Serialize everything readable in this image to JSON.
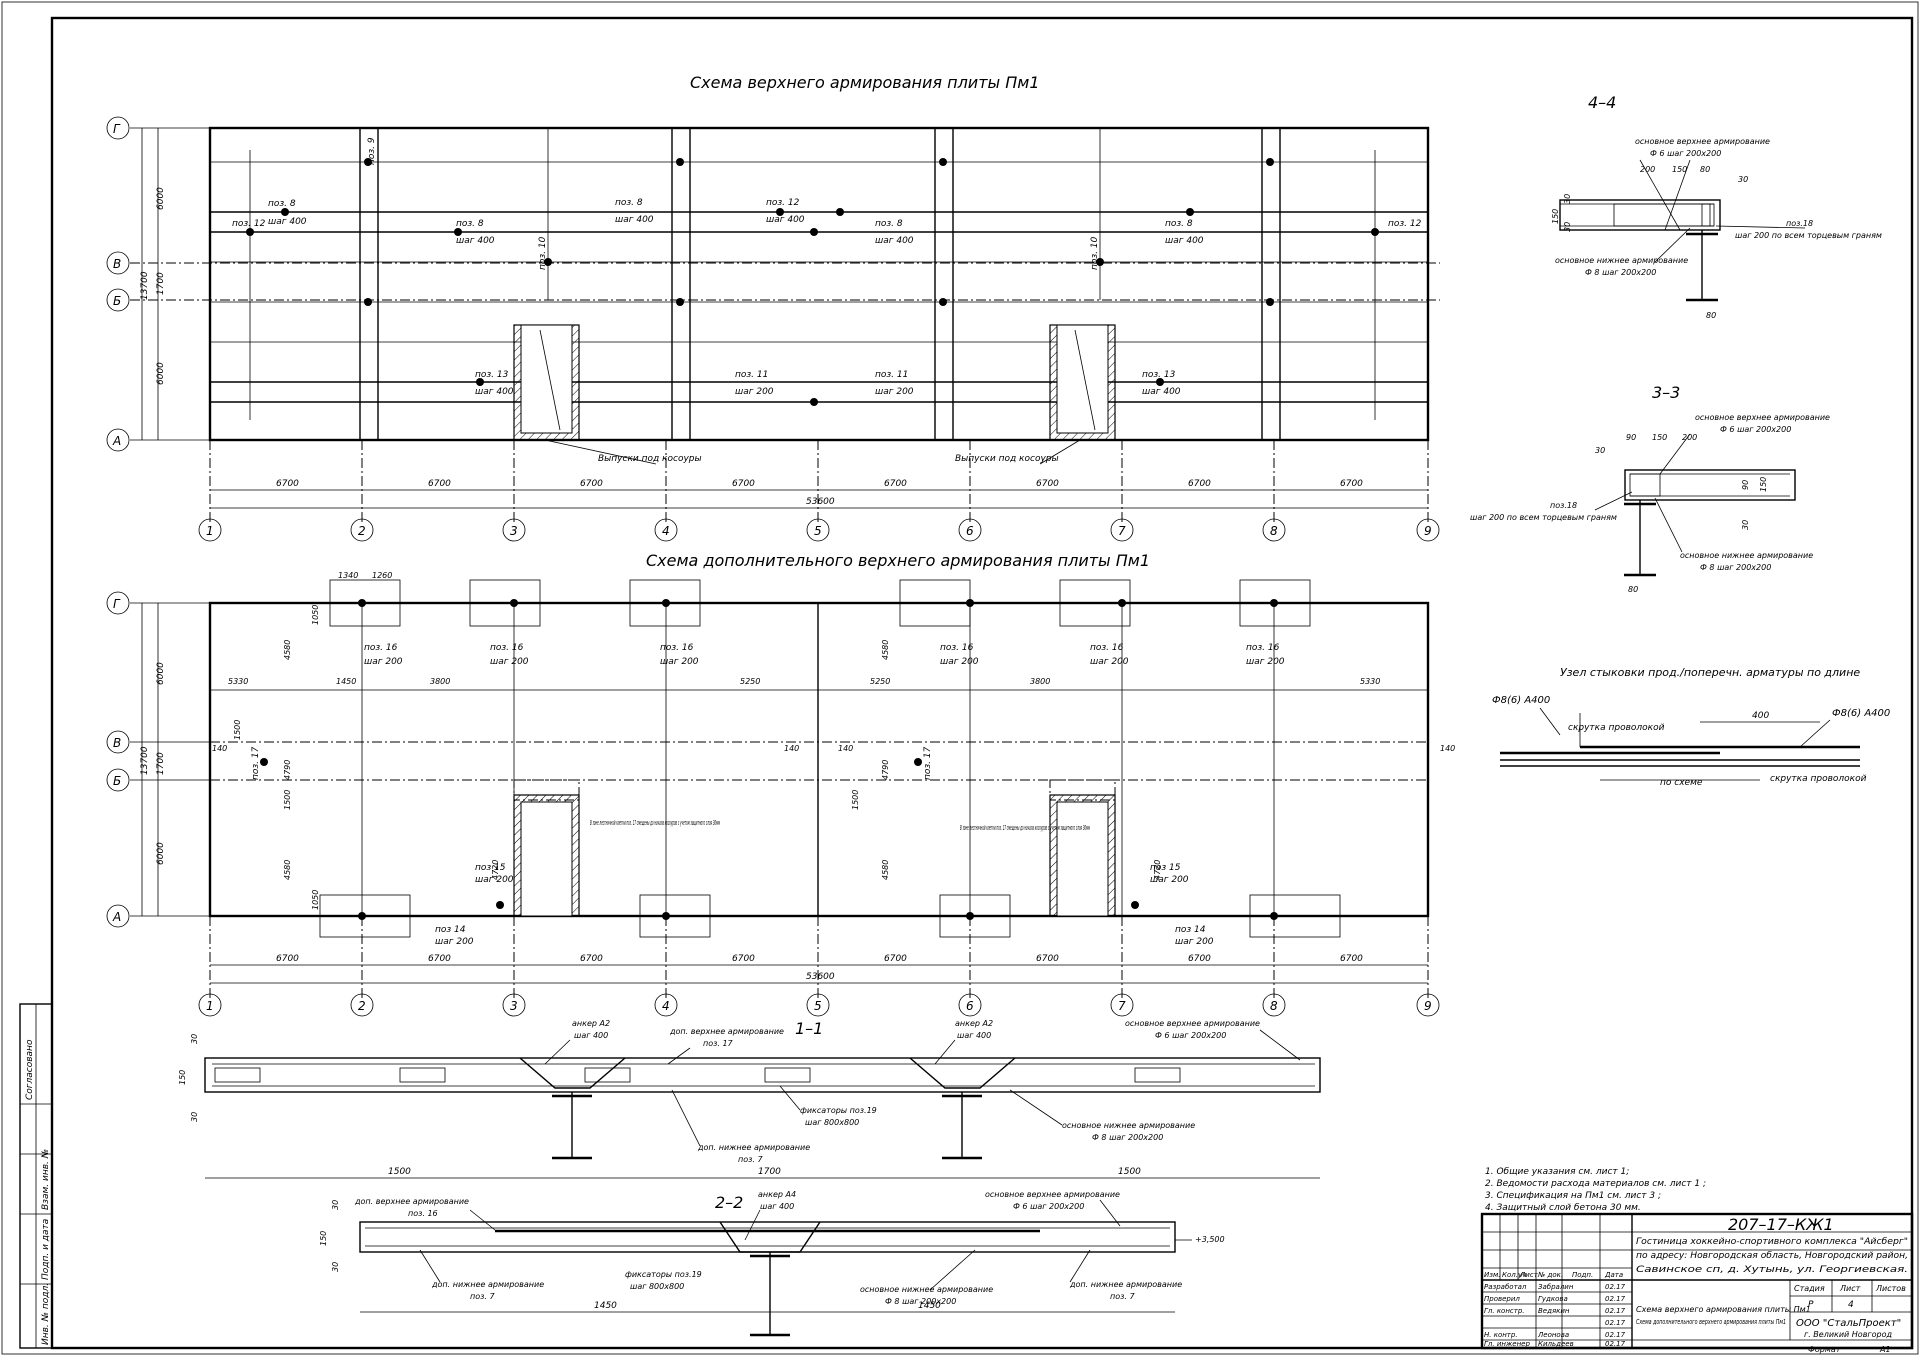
{
  "drawing": {
    "title_top": "Схема верхнего армирования плиты Пм1",
    "title_mid": "Схема дополнительного верхнего армирования плиты Пм1",
    "axes_numbers": [
      "1",
      "2",
      "3",
      "4",
      "5",
      "6",
      "7",
      "8",
      "9"
    ],
    "axes_letters_top": [
      "Г",
      "В",
      "Б",
      "А"
    ],
    "axes_letters_mid": [
      "Г",
      "В",
      "Б",
      "А"
    ],
    "span": "6700",
    "total": "53600",
    "row_dims_top": [
      "6000",
      "1700",
      "6000"
    ],
    "total_height": "13700",
    "outlet_label": "Выпуски под косоуры",
    "pos_labels": {
      "p8": "поз. 8",
      "p9": "поз. 9",
      "p10": "поз. 10",
      "p11": "поз. 11",
      "p12": "поз. 12",
      "p13": "поз. 13",
      "p14": "поз 14",
      "p15": "поз 15",
      "p16": "поз. 16",
      "p17": "поз. 17",
      "p18": "поз 18"
    },
    "step_labels": {
      "s400": "шаг 400",
      "s200": "шаг 200"
    },
    "dims_mid": [
      "1340",
      "1260",
      "1450",
      "3800",
      "5250",
      "5330",
      "4580",
      "4790",
      "1500",
      "1050",
      "140",
      "4720"
    ],
    "stair_note": "В зоне лестничной клетки поз. 17 смещены до начала косоуров с учетом защитного слоя 30мм"
  },
  "sections": {
    "s44": {
      "title": "4–4",
      "upper": "основное верхнее армирование",
      "upper_bar": "Ф 6 шаг 200х200",
      "lower": "основное нижнее армирование",
      "lower_bar": "Ф 8 шаг 200х200",
      "p18": "поз.18",
      "p18_note": "шаг 200 по всем торцевым граням",
      "dims": [
        "200",
        "150",
        "80",
        "30",
        "150",
        "30",
        "30",
        "80"
      ]
    },
    "s33": {
      "title": "3–3",
      "upper": "основное верхнее армирование",
      "upper_bar": "Ф 6 шаг 200х200",
      "lower": "основное нижнее армирование",
      "lower_bar": "Ф 8 шаг 200х200",
      "p18": "поз.18",
      "p18_note": "шаг 200 по всем торцевым граням",
      "dims": [
        "90",
        "150",
        "200",
        "30",
        "90",
        "150",
        "30",
        "80"
      ]
    },
    "joint": {
      "title": "Узел стыковки прод./поперечн. арматуры по длине",
      "bar_left": "Ф8(6) А400",
      "bar_right": "Ф8(6) А400",
      "wire": "скрутка проволокой",
      "wire2": "скрутка проволокой",
      "by_scheme": "по схеме",
      "lap": "400"
    },
    "s11": {
      "title": "1–1",
      "anchor_a2": "анкер А2",
      "anchor_step": "шаг 400",
      "anchor_a2b": "анкер А2",
      "anchor_stepb": "шаг 400",
      "extra_upper": "доп. верхнее армирование",
      "extra_upper_pos": "поз. 17",
      "main_upper": "основное верхнее армирование",
      "main_upper_bar": "Ф 6 шаг 200х200",
      "fix": "фиксаторы поз.19",
      "fix_step": "шаг 800х800",
      "main_lower": "основное нижнее армирование",
      "main_lower_bar": "Ф 8 шаг 200х200",
      "extra_lower": "доп. нижнее армирование",
      "extra_lower_pos": "поз. 7",
      "dims": [
        "1500",
        "1700",
        "1500"
      ],
      "hdims": [
        "30",
        "150",
        "30"
      ]
    },
    "s22": {
      "title": "2–2",
      "anchor_a4": "анкер А4",
      "anchor_step": "шаг 400",
      "extra_upper": "доп. верхнее армирование",
      "extra_upper_pos": "поз. 16",
      "main_upper": "основное верхнее армирование",
      "main_upper_bar": "Ф 6 шаг 200х200",
      "fix": "фиксаторы поз.19",
      "fix_step": "шаг 800х800",
      "main_lower": "основное нижнее армирование",
      "main_lower_bar": "Ф 8 шаг 200х200",
      "extra_lower": "доп. нижнее армирование",
      "extra_lower_pos": "поз. 7",
      "extra_lower2": "доп. нижнее армирование",
      "extra_lower2_pos": "поз. 7",
      "level": "+3,500",
      "dims": [
        "1450",
        "1450"
      ],
      "hdims": [
        "30",
        "150",
        "30"
      ]
    }
  },
  "notes": [
    "1. Общие указания см. лист 1;",
    "2. Ведомости расхода материалов см. лист 1 ;",
    "3. Спецификация на Пм1 см. лист 3 ;",
    "4. Защитный слой бетона 30 мм."
  ],
  "title_block": {
    "code": "207–17–КЖ1",
    "object_line1": "Гостиница хоккейно-спортивного комплекса \"Айсберг\"",
    "object_line2": "по адресу: Новгородская область, Новгородский район,",
    "object_line3": "Савинское сп, д. Хутынь, ул. Георгиевская.",
    "hdr": [
      "Изм.",
      "Кол.уч",
      "Лист",
      "№ док.",
      "Подп.",
      "Дата"
    ],
    "rows": [
      {
        "role": "Разработал",
        "name": "Забралин",
        "date": "02.17"
      },
      {
        "role": "Проверил",
        "name": "Гудкова",
        "date": "02.17"
      },
      {
        "role": "Гл. констр.",
        "name": "Ведякин",
        "date": "02.17"
      },
      {
        "role": "",
        "name": "",
        "date": "02.17"
      },
      {
        "role": "Н. контр.",
        "name": "Леонова",
        "date": "02.17"
      },
      {
        "role": "Гл. инженер",
        "name": "Кильдеев",
        "date": "02.17"
      }
    ],
    "sheet_title1": "Схема верхнего армирования плиты Пм1",
    "sheet_title2": "Схема дополнительного верхнего армирования плиты Пм1",
    "stage_h": "Стадия",
    "sheet_h": "Лист",
    "sheets_h": "Листов",
    "stage": "Р",
    "sheet": "4",
    "company": "ООО \"СтальПроект\"",
    "city": "г. Великий Новгород",
    "format_label": "Формат",
    "format": "А1"
  },
  "side_stamp": [
    "Согласовано",
    "Взам. инв. №",
    "Подп. и дата",
    "Инв. № подл."
  ]
}
